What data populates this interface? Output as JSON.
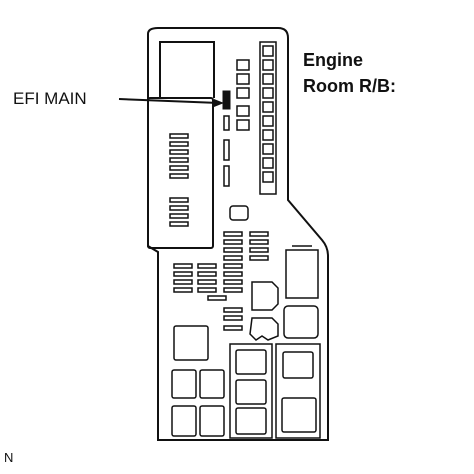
{
  "title": {
    "line1": "Engine",
    "line2": "Room R/B:"
  },
  "callout": {
    "label": "EFI MAIN"
  },
  "figure_code": "N"
}
